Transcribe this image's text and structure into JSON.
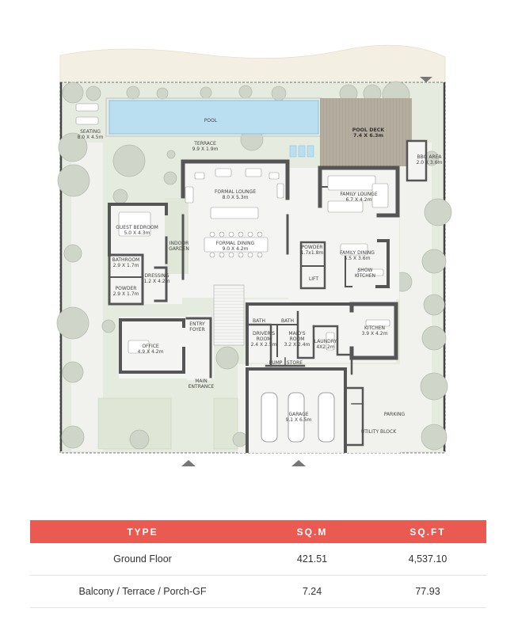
{
  "floor_plan": {
    "rooms": {
      "seating": {
        "name": "SEATING",
        "size": "8.0 X 4.5m"
      },
      "pool": {
        "name": "POOL"
      },
      "pool_deck": {
        "name": "POOL DECK",
        "size": "7.4 X 6.3m"
      },
      "terrace": {
        "name": "TERRACE",
        "size": "9.9 X 1.9m"
      },
      "bbq_area": {
        "name": "BBQ AREA",
        "size": "2.0 X 3.6m"
      },
      "formal_lounge": {
        "name": "FORMAL LOUNGE",
        "size": "8.0 X 5.3m"
      },
      "family_lounge": {
        "name": "FAMILY LOUNGE",
        "size": "6.7 X 4.2m"
      },
      "guest_bedroom": {
        "name": "GUEST BEDROOM",
        "size": "5.0 X 4.3m"
      },
      "indoor_garden": {
        "line1": "INDOOR",
        "line2": "GARDEN"
      },
      "formal_dining": {
        "name": "FORMAL DINING",
        "size": "9.0 X 4.2m"
      },
      "powder_1": {
        "name": "POWDER",
        "size": "1.7x1.8m"
      },
      "family_dining": {
        "name": "FAMILY DINING",
        "size": "5.5 X 3.6m"
      },
      "show_kitchen": {
        "line1": "SHOW",
        "line2": "KITCHEN"
      },
      "bathroom": {
        "name": "BATHROOM",
        "size": "2.9 X 1.7m"
      },
      "dressing": {
        "name": "DRESSING",
        "size": "1.2 X 4.2m"
      },
      "powder_2": {
        "name": "POWDER",
        "size": "2.9 X 1.7m"
      },
      "lift": {
        "name": "LIFT"
      },
      "office": {
        "name": "OFFICE",
        "size": "4.9 X 4.2m"
      },
      "entry_foyer": {
        "line1": "ENTRY",
        "line2": "FOYER"
      },
      "bath_1": {
        "name": "BATH"
      },
      "bath_2": {
        "name": "BATH"
      },
      "drivers_room": {
        "line1": "DRIVER'S",
        "line2": "ROOM",
        "size": "2.4 X 2.5m"
      },
      "maids_room": {
        "line1": "MAID'S",
        "line2": "ROOM",
        "size": "3.2 X 2.4m"
      },
      "laundry": {
        "name": "LAUNDRY",
        "size": "4X2.2m"
      },
      "kitchen": {
        "name": "KITCHEN",
        "size": "3.9 X 4.2m"
      },
      "pump": {
        "name": "PUMP"
      },
      "store": {
        "name": "STORE"
      },
      "main_entrance": {
        "line1": "MAIN",
        "line2": "ENTRANCE"
      },
      "garage": {
        "name": "GARAGE",
        "size": "9.1 X 6.5m"
      },
      "parking": {
        "name": "PARKING"
      },
      "utility_block": {
        "name": "UTILITY BLOCK"
      }
    }
  },
  "area_table": {
    "headers": {
      "type": "TYPE",
      "sqm": "SQ.M",
      "sqft": "SQ.FT"
    },
    "rows": [
      {
        "type": "Ground Floor",
        "sqm": "421.51",
        "sqft": "4,537.10"
      },
      {
        "type": "Balcony / Terrace / Porch-GF",
        "sqm": "7.24",
        "sqft": "77.93"
      }
    ]
  },
  "colors": {
    "header_bg": "#ea5a50",
    "header_text": "#ffffff",
    "wall": "#555555",
    "pool_water": "#b9dff0",
    "deck": "#b3a99d",
    "lawn": "#e4eadb"
  }
}
